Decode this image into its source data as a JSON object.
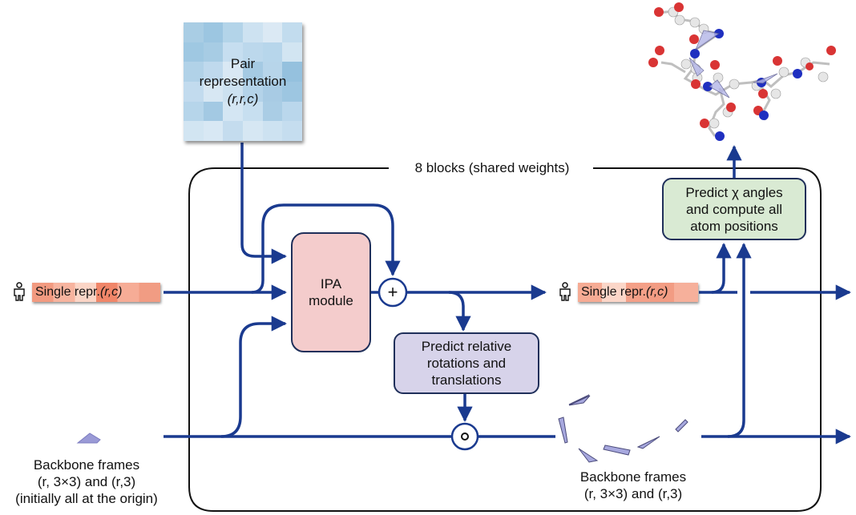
{
  "pair_representation": {
    "title_line1": "Pair",
    "title_line2": "representation",
    "dims": "(r,r,c)",
    "cell_colors": [
      "#a9cde4",
      "#9cc6e1",
      "#b3d4e9",
      "#cde2f1",
      "#dbe9f4",
      "#c2dcee",
      "#9fc8e2",
      "#a7cce4",
      "#c6def0",
      "#bcd8ec",
      "#b7d6eb",
      "#d2e5f2",
      "#b1d2e8",
      "#bfd9ed",
      "#d9e8f4",
      "#a5cae3",
      "#b7d5ea",
      "#95c1de",
      "#c2dbee",
      "#d7e7f3",
      "#cce1f0",
      "#b4d3e9",
      "#a8cbe4",
      "#9dc6e1",
      "#b6d5ea",
      "#a3c9e3",
      "#d4e6f3",
      "#c7dff0",
      "#aacde5",
      "#bad7ec",
      "#d2e5f2",
      "#d8e8f4",
      "#c4dcee",
      "#d6e7f3",
      "#cde2f1",
      "#c5ddef"
    ]
  },
  "block_label": "8 blocks (shared weights)",
  "input_single": {
    "label": "Single repr. ",
    "dims": "(r,c)",
    "stripe_colors": [
      "#f29a80",
      "#f7b49f",
      "#fbd5c6",
      "#f08669",
      "#f6ac96",
      "#f19c83"
    ]
  },
  "ipa_module": {
    "line1": "IPA",
    "line2": "module",
    "color": "#f4cccc"
  },
  "plus_op": "+",
  "compose_op": "∘",
  "predict_rot": {
    "line1": "Predict relative",
    "line2": "rotations and",
    "line3": "translations",
    "color": "#d7d3ea"
  },
  "predict_chi": {
    "line1": "Predict χ angles",
    "line2": "and compute all",
    "line3": "atom positions",
    "color": "#d9ead3"
  },
  "output_single": {
    "label": "Single repr. ",
    "dims": "(r,c)",
    "stripe_colors": [
      "#f6ab94",
      "#fbd6c8",
      "#f4a088",
      "#f29c83",
      "#f6b09b"
    ]
  },
  "input_frames": {
    "line1": "Backbone frames",
    "line2": "(r, 3×3) and (r,3)",
    "line3": "(initially all at the origin)"
  },
  "output_frames": {
    "line1": "Backbone frames",
    "line2": "(r, 3×3) and (r,3)"
  },
  "colors": {
    "arrow": "#1a3a8f",
    "box_border": "#1f2f5a",
    "block_outline": "#111111"
  },
  "icons": {
    "residue": "person-icon",
    "frame": "triangle-frame-icon",
    "structure": "protein-structure-icon"
  }
}
